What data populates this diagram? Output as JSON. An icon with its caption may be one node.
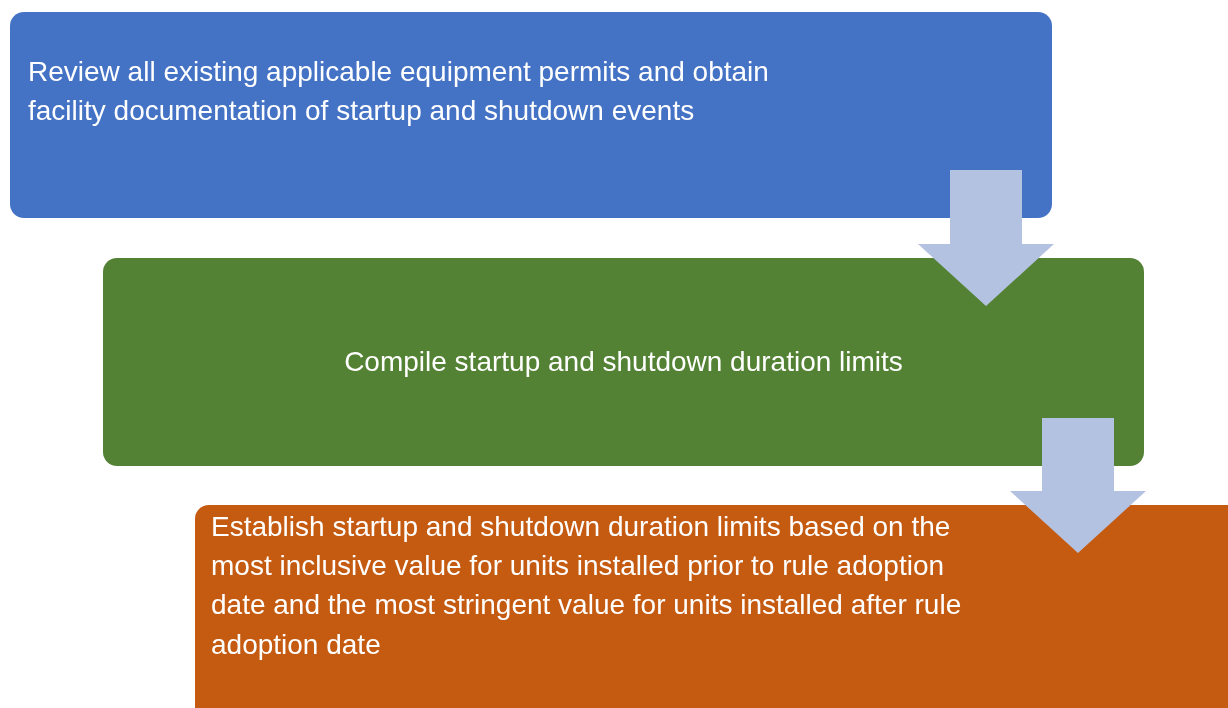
{
  "diagram": {
    "nodes": [
      {
        "text": [
          "Review all existing applicable equipment permits and obtain facility documentation of startup and shutdown events"
        ]
      },
      {
        "text": [
          "Compile startup and shutdown duration limits"
        ]
      },
      {
        "text": [
          "Establish startup and shutdown duration limits based on the most inclusive value for units installed prior to rule adoption date and the most stringent value for units installed after rule adoption date"
        ]
      }
    ],
    "edges": [
      {
        "from": 0,
        "to": 1,
        "arrow": "to"
      },
      {
        "from": 1,
        "to": 2,
        "arrow": "to"
      }
    ]
  }
}
